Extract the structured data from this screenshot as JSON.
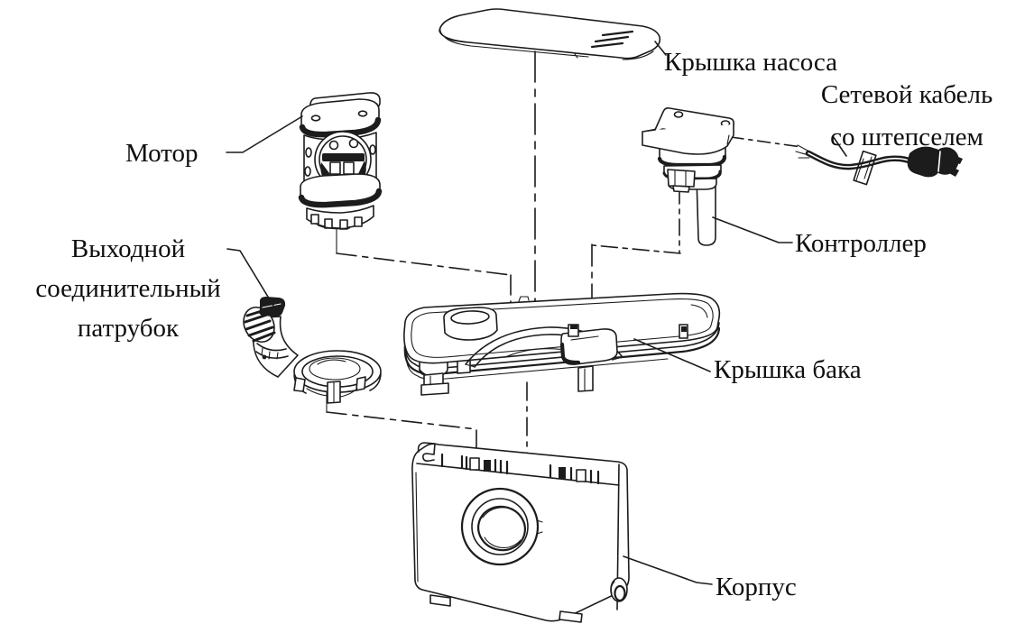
{
  "diagram": {
    "description": "Exploded view of macerator pump assembly",
    "background_color": "#ffffff",
    "line_color": "#1c1c1c",
    "text_color": "#0f0f0f",
    "labels": {
      "pump_cover": "Крышка насоса",
      "power_cable": [
        "Сетевой кабель",
        "со штепселем"
      ],
      "motor": "Мотор",
      "outlet_pipe": [
        "Выходной",
        "соединительный",
        "патрубок"
      ],
      "controller": "Контроллер",
      "tank_cover": "Крышка бака",
      "housing": "Корпус"
    }
  }
}
